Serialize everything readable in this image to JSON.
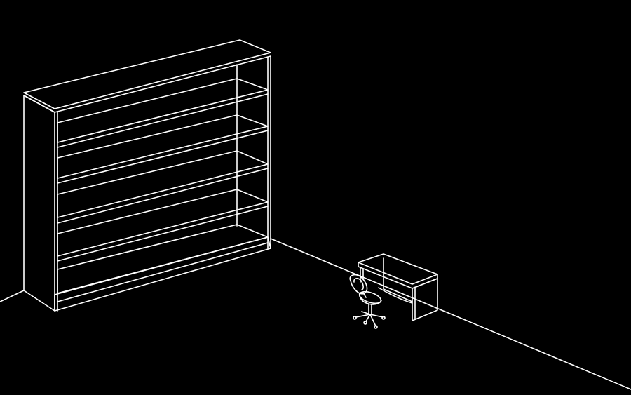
{
  "scene": {
    "background_color": "#000000",
    "line_color": "#ffffff",
    "objects": [
      "bookshelf",
      "desk",
      "office-chair"
    ],
    "bookshelf_shelf_count": 6
  }
}
